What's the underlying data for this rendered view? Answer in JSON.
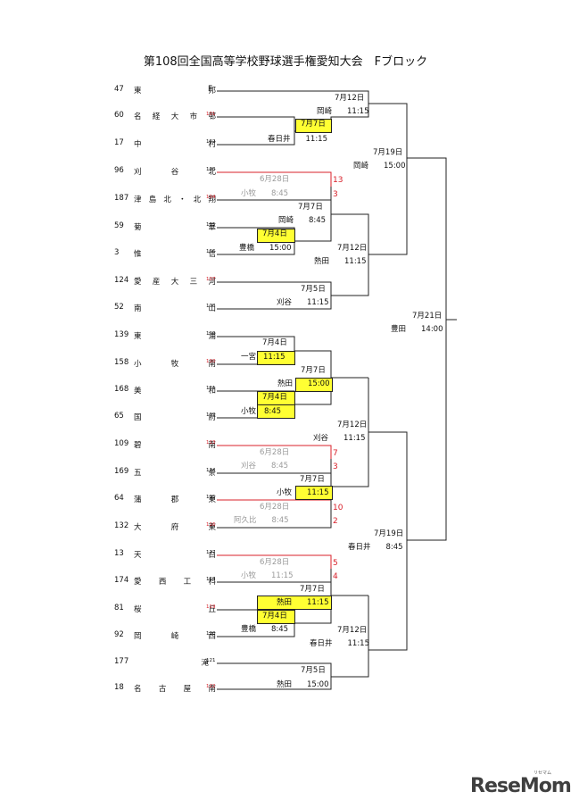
{
  "title": "第108回全国高等学校野球選手権愛知大会　Fブロック",
  "logo": "ReseMom",
  "logo_sub": "リセマム",
  "teams": [
    {
      "seed": "47",
      "name": "東　　　　　　　　邦",
      "code": "F",
      "code_red": false
    },
    {
      "seed": "60",
      "name": "名　経　大　市　邨",
      "code": "101",
      "code_red": true
    },
    {
      "seed": "17",
      "name": "中　　　　　　　　村",
      "code": "102",
      "code_red": false
    },
    {
      "seed": "96",
      "name": "刈　　　谷　　　北",
      "code": "103",
      "code_red": false
    },
    {
      "seed": "187",
      "name": "津島北・北翔",
      "code": "104",
      "code_red": true
    },
    {
      "seed": "59",
      "name": "菊　　　　　　　　華",
      "code": "105",
      "code_red": false
    },
    {
      "seed": "3",
      "name": "惟　　　　　　　　信",
      "code": "106",
      "code_red": false
    },
    {
      "seed": "124",
      "name": "愛　産　大　三　河",
      "code": "107",
      "code_red": true
    },
    {
      "seed": "52",
      "name": "南　　　　　　　　山",
      "code": "108",
      "code_red": false
    },
    {
      "seed": "139",
      "name": "東　　　　　　　　浦",
      "code": "109",
      "code_red": false
    },
    {
      "seed": "158",
      "name": "小　　　牧　　　南",
      "code": "110",
      "code_red": true
    },
    {
      "seed": "168",
      "name": "美　　　　　　　　和",
      "code": "111",
      "code_red": false
    },
    {
      "seed": "65",
      "name": "国　　　　　　　　府",
      "code": "112",
      "code_red": false
    },
    {
      "seed": "109",
      "name": "碧　　　　　　　　南",
      "code": "113",
      "code_red": true
    },
    {
      "seed": "169",
      "name": "五　　　　　　　　条",
      "code": "114",
      "code_red": false
    },
    {
      "seed": "64",
      "name": "蒲　　　郡　　　東",
      "code": "115",
      "code_red": false
    },
    {
      "seed": "132",
      "name": "大　　　府　　　東",
      "code": "116",
      "code_red": true
    },
    {
      "seed": "13",
      "name": "天　　　　　　　　白",
      "code": "117",
      "code_red": false
    },
    {
      "seed": "174",
      "name": "愛　　西　　工　　科",
      "code": "118",
      "code_red": false
    },
    {
      "seed": "81",
      "name": "桜　　　　　　　　丘",
      "code": "119",
      "code_red": true
    },
    {
      "seed": "92",
      "name": "岡　　　崎　　　西",
      "code": "120",
      "code_red": false
    },
    {
      "seed": "177",
      "name": "滝",
      "code": "121",
      "code_red": false
    },
    {
      "seed": "18",
      "name": "名　　古　　屋　　南",
      "code": "122",
      "code_red": true
    }
  ],
  "labels": [
    {
      "text": "7月12日",
      "grey": false
    },
    {
      "text": "岡崎　　11:15",
      "grey": false
    },
    {
      "text": "7月7日",
      "grey": false
    },
    {
      "text": "春日井　　11:15",
      "grey": false
    },
    {
      "text": "7月19日",
      "grey": false
    },
    {
      "text": "岡崎　　15:00",
      "grey": false
    },
    {
      "text": "6月28日",
      "grey": true
    },
    {
      "text": "小牧　　8:45",
      "grey": true
    },
    {
      "text": "7月7日",
      "grey": false
    },
    {
      "text": "岡崎　　8:45",
      "grey": false
    },
    {
      "text": "7月4日",
      "grey": false
    },
    {
      "text": "豊橋　　15:00",
      "grey": false
    },
    {
      "text": "7月12日",
      "grey": false
    },
    {
      "text": "熱田　　11:15",
      "grey": false
    },
    {
      "text": "7月5日",
      "grey": false
    },
    {
      "text": "刈谷　　11:15",
      "grey": false
    },
    {
      "text": "7月21日",
      "grey": false
    },
    {
      "text": "豊田　　14:00",
      "grey": false
    },
    {
      "text": "7月4日",
      "grey": false
    },
    {
      "text": "一宮",
      "grey": false
    },
    {
      "text": "11:15",
      "grey": false
    },
    {
      "text": "7月7日",
      "grey": false
    },
    {
      "text": "熱田　　15:00",
      "grey": false
    },
    {
      "text": "7月4日",
      "grey": false
    },
    {
      "text": "小牧",
      "grey": false
    },
    {
      "text": "8:45",
      "grey": false
    },
    {
      "text": "7月12日",
      "grey": false
    },
    {
      "text": "刈谷　　11:15",
      "grey": false
    },
    {
      "text": "6月28日",
      "grey": true
    },
    {
      "text": "刈谷　　8:45",
      "grey": true
    },
    {
      "text": "7月7日",
      "grey": false
    },
    {
      "text": "小牧　　11:15",
      "grey": false
    },
    {
      "text": "6月28日",
      "grey": true
    },
    {
      "text": "阿久比　　8:45",
      "grey": true
    },
    {
      "text": "7月19日",
      "grey": false
    },
    {
      "text": "春日井　　8:45",
      "grey": false
    },
    {
      "text": "6月28日",
      "grey": true
    },
    {
      "text": "小牧　　11:15",
      "grey": true
    },
    {
      "text": "7月7日",
      "grey": false
    },
    {
      "text": "熱田　　11:15",
      "grey": false
    },
    {
      "text": "7月4日",
      "grey": false
    },
    {
      "text": "豊橋　　8:45",
      "grey": false
    },
    {
      "text": "7月12日",
      "grey": false
    },
    {
      "text": "春日井　　11:15",
      "grey": false
    },
    {
      "text": "7月5日",
      "grey": false
    },
    {
      "text": "熱田　　15:00",
      "grey": false
    }
  ],
  "scores": [
    "13",
    "3",
    "7",
    "3",
    "10",
    "2",
    "5",
    "4"
  ]
}
